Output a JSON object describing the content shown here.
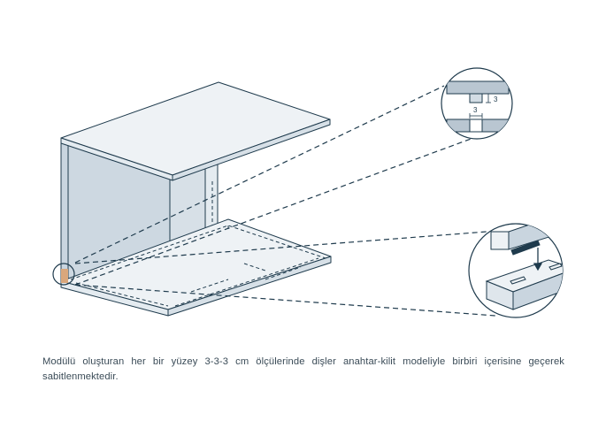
{
  "caption": "Modülü oluşturan her bir yüzey 3-3-3 cm ölçülerinde dişler anahtar-kilit modeliyle birbiri içerisine geçerek sabitlenmektedir.",
  "detail_top": {
    "vertical_dimension": "3",
    "horizontal_dimension": "3"
  },
  "colors": {
    "line": "#1f3b4d",
    "panel_light": "#eef2f5",
    "panel_side": "#c9d5df",
    "panel_shadow": "#b9c6d1",
    "edge_wood": "#d9a77c",
    "background": "#ffffff"
  }
}
